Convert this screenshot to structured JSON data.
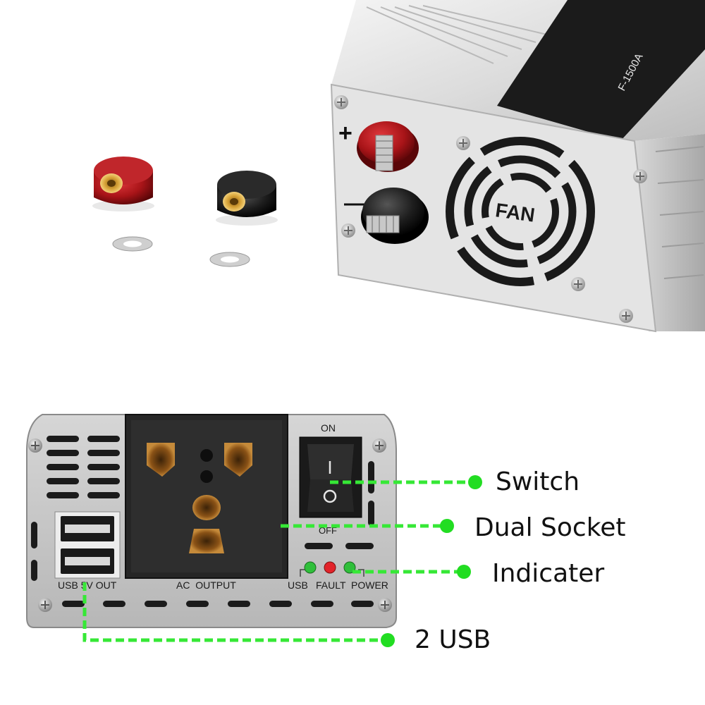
{
  "product": {
    "model": "F-1500A",
    "fan_label": "FAN",
    "terminal_plus": "+",
    "terminal_minus": "—"
  },
  "front_panel": {
    "switch_on": "ON",
    "switch_off": "OFF",
    "usb_label": "USB 5V OUT",
    "ac_label": "AC  OUTPUT",
    "led_labels": [
      "USB",
      "FAULT",
      "POWER"
    ]
  },
  "callouts": {
    "switch": "Switch",
    "socket": "Dual Socket",
    "indicator": "Indicater",
    "usb": "2 USB"
  },
  "colors": {
    "callout_line": "#36e836",
    "callout_dot": "#22dd22",
    "terminal_red": "#a81418",
    "terminal_black": "#1a1a1a",
    "panel_silver": "#c9c9c9",
    "socket_body": "#2b2b2b",
    "led_green": "#2fbf3a",
    "led_red": "#e2232a"
  }
}
